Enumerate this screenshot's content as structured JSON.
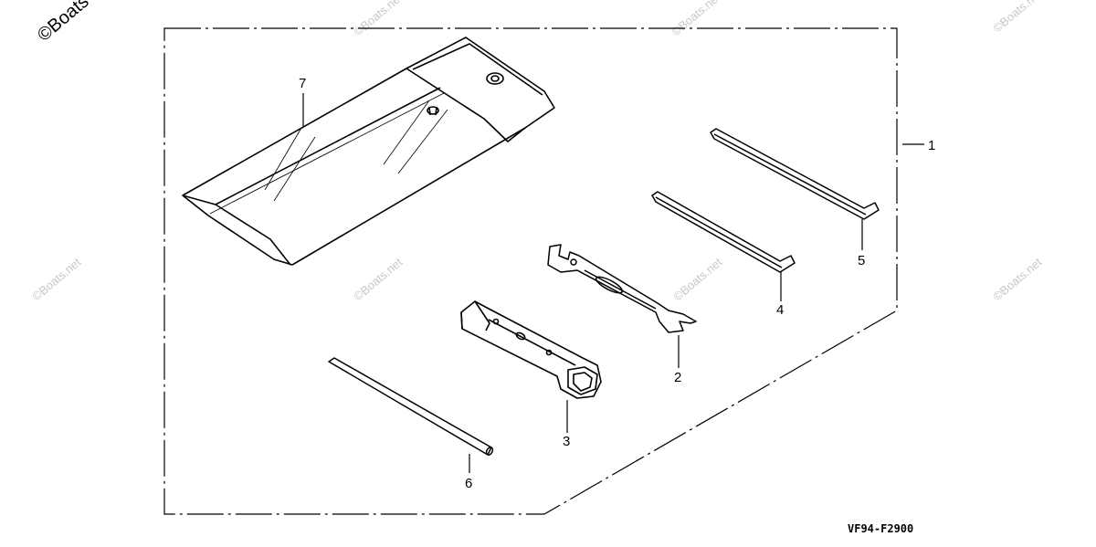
{
  "callouts": {
    "c1": "1",
    "c2": "2",
    "c3": "3",
    "c4": "4",
    "c5": "5",
    "c6": "6",
    "c7": "7"
  },
  "diagram_code": "VF94-F2900",
  "watermark_corner": "©Boats",
  "watermark": "©Boats.net",
  "colors": {
    "line": "#000000",
    "watermark": "#c8c8c8",
    "background": "#ffffff"
  }
}
